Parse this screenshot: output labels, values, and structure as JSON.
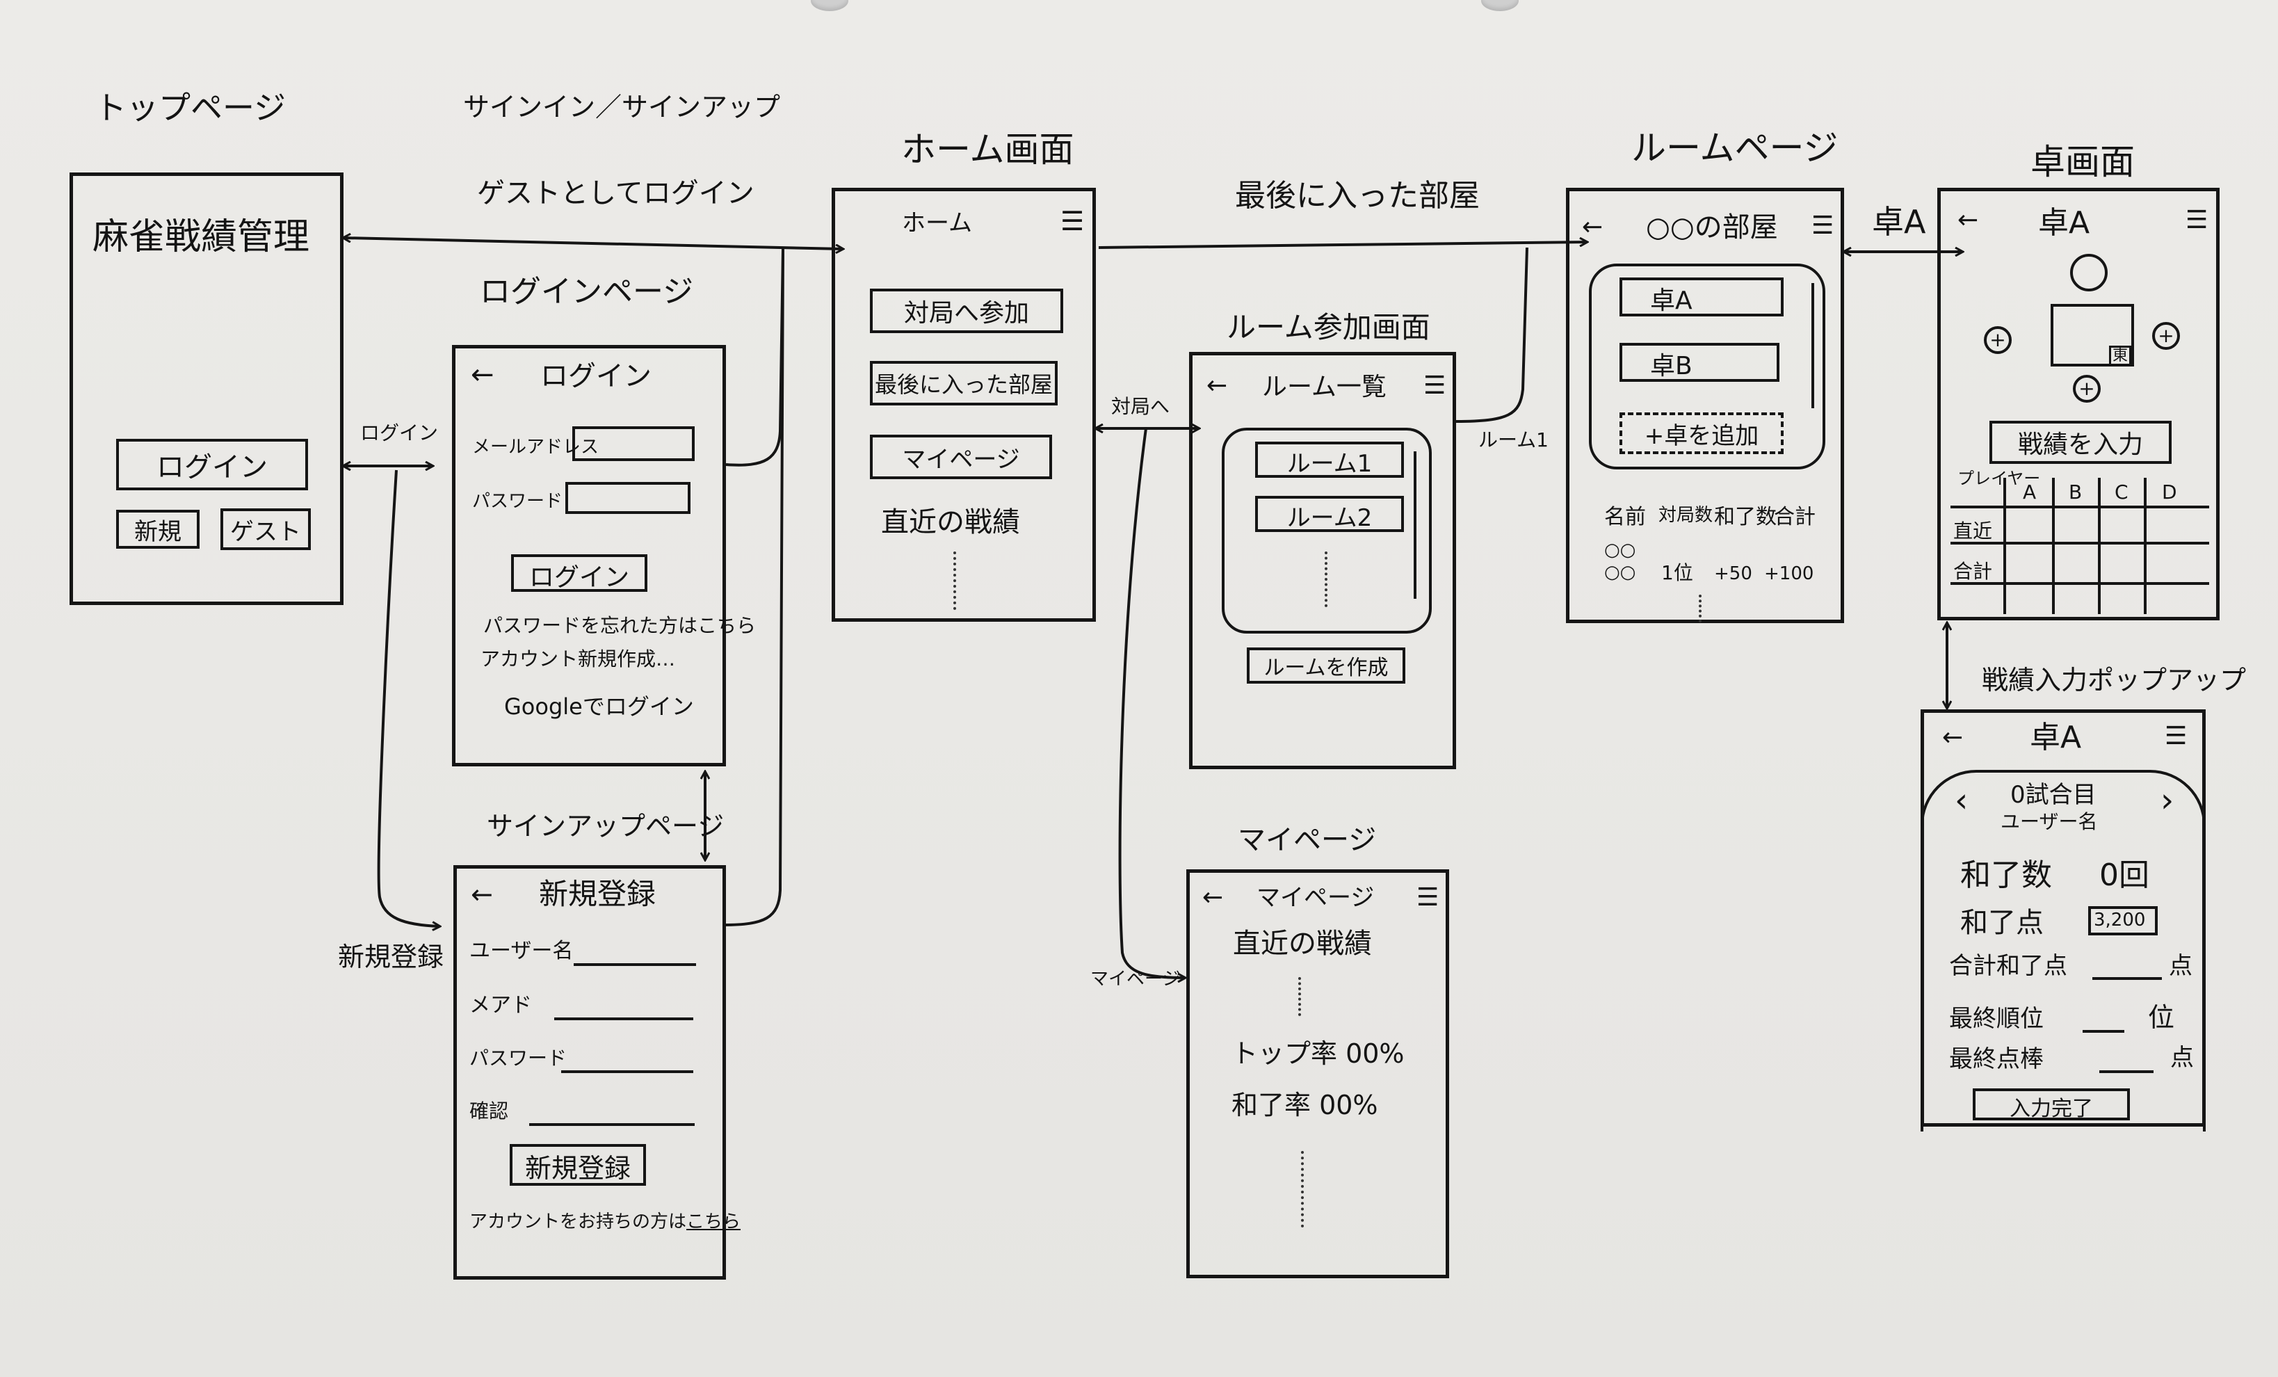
{
  "section_labels": {
    "top_page": "トップページ",
    "signin_signup": "サインイン／サインアップ",
    "home_screen": "ホーム画面",
    "login_page": "ログインページ",
    "room_join_screen": "ルーム参加画面",
    "room_page": "ルームページ",
    "table_screen": "卓画面",
    "signup_page": "サインアップページ",
    "my_page": "マイページ",
    "score_popup": "戦績入力ポップアップ"
  },
  "arrow_labels": {
    "guest_login": "ゲストとしてログイン",
    "last_room": "最後に入った部屋",
    "login": "ログイン",
    "signup": "新規登録",
    "join_game": "対局へ",
    "room1": "ルーム1",
    "table_a": "卓A",
    "mypage": "マイページ"
  },
  "top": {
    "title": "麻雀戦績管理",
    "login_button": "ログイン",
    "new_button": "新規",
    "guest_button": "ゲスト"
  },
  "login": {
    "header": "ログイン",
    "email_label": "メールアドレス",
    "password_label": "パスワード",
    "login_button": "ログイン",
    "forgot_text": "パスワードを忘れた方はこちら",
    "create_text": "アカウント新規作成…",
    "google_text": "Googleでログイン"
  },
  "signup": {
    "header": "新規登録",
    "username_label": "ユーザー名",
    "email_label": "メアド",
    "password_label": "パスワード",
    "confirm_label": "確認",
    "register_button": "新規登録",
    "have_account_text": "アカウントをお持ちの方は",
    "have_account_link": "こちら"
  },
  "home": {
    "header": "ホーム",
    "join_button": "対局へ参加",
    "last_room_button": "最後に入った部屋",
    "mypage_button": "マイページ",
    "recent_label": "直近の戦績"
  },
  "room_join": {
    "header": "ルーム一覧",
    "rooms": [
      "ルーム1",
      "ルーム2"
    ],
    "create_button": "ルームを作成"
  },
  "room_page": {
    "header": "○○の部屋",
    "tables": [
      "卓A",
      "卓B"
    ],
    "add_table_button": "+卓を追加",
    "columns": [
      "名前",
      "対局数",
      "和了数",
      "合計"
    ],
    "row1": "○○",
    "row2": [
      "○○",
      "1位",
      "+50",
      "+100"
    ]
  },
  "table_screen": {
    "header": "卓A",
    "tile_mark": "東",
    "input_button": "戦績を入力",
    "grid_corner_label": "プレイヤー",
    "grid_columns": [
      "A",
      "B",
      "C",
      "D"
    ],
    "grid_rows": [
      "直近",
      "合計"
    ]
  },
  "mypage": {
    "header": "マイページ",
    "recent_label": "直近の戦績",
    "top_rate": "トップ率 00%",
    "win_rate": "和了率 00%"
  },
  "popup": {
    "header": "卓A",
    "game_label": "0試合目",
    "user_label": "ユーザー名",
    "win_count_label": "和了数",
    "win_count_value": "0回",
    "win_points_label": "和了点",
    "win_points_value": "3,200",
    "total_win_label": "合計和了点",
    "total_win_unit": "点",
    "final_rank_label": "最終順位",
    "final_rank_unit": "位",
    "final_score_label": "最終点棒",
    "final_score_unit": "点",
    "done_button": "入力完了"
  },
  "icons": {
    "back": "←",
    "menu": "☰",
    "plus": "+",
    "prev": "‹",
    "next": "›"
  }
}
